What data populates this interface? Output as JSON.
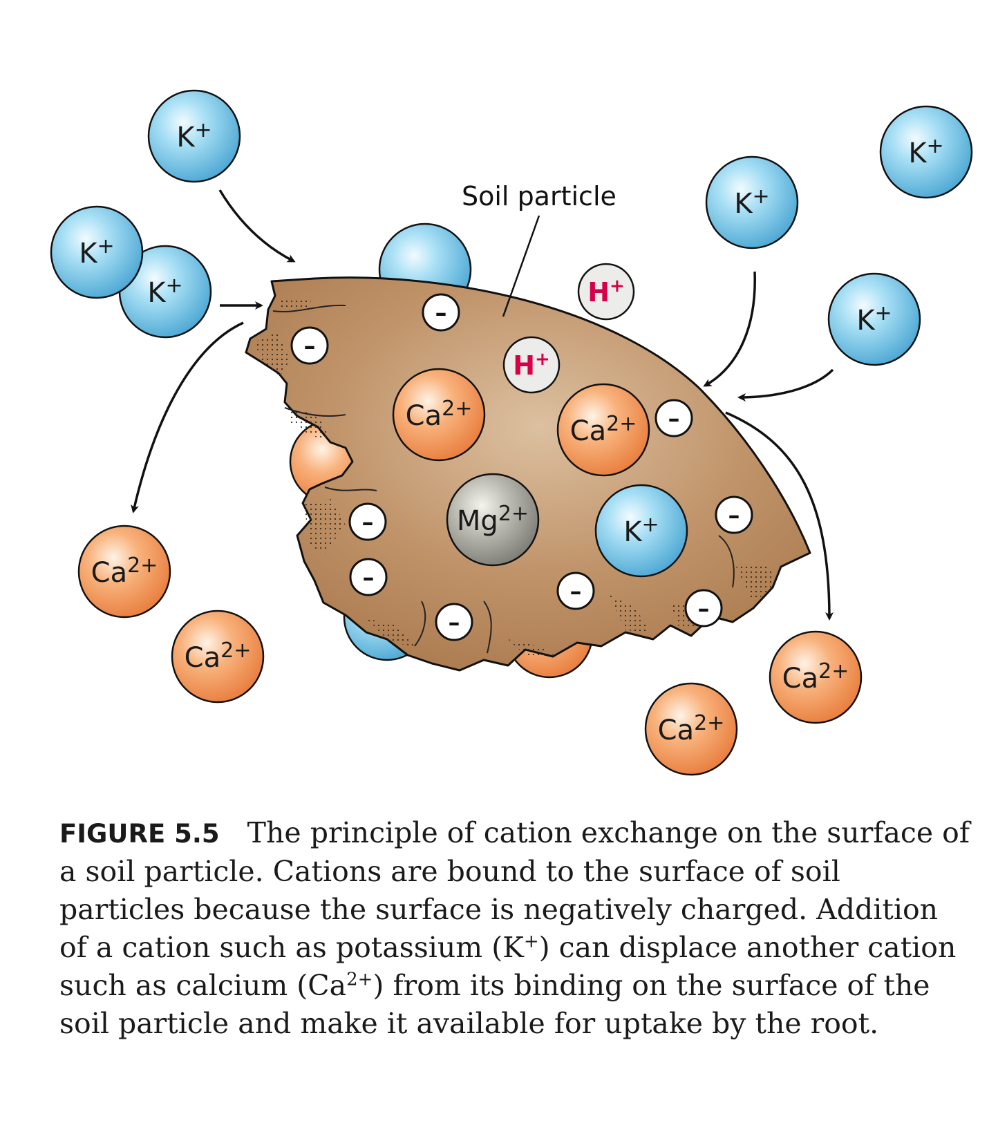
{
  "diagram": {
    "label": "Soil particle",
    "ions": {
      "k": "K",
      "k_charge": "+",
      "ca": "Ca",
      "ca_charge": "2+",
      "mg": "Mg",
      "mg_charge": "2+",
      "h": "H",
      "h_charge": "+",
      "negative": "–"
    },
    "colors": {
      "soil": "#b98a5e",
      "k_ion": "#8fd3ee",
      "ca_ion": "#f5a46a",
      "mg_ion": "#a8a8a0",
      "h_ion": "#eeeeee",
      "h_text": "#d6004a"
    }
  },
  "caption": {
    "label": "FIGURE 5.5",
    "text_1": "The principle of cation exchange on the surface of a soil particle. Cations are bound to the surface of soil particles because the surface is negatively charged. Addition of a cation such as potassium (K",
    "sup_1": "+",
    "text_2": ") can displace another cation such as calcium (Ca",
    "sup_2": "2+",
    "text_3": ") from its binding on the surface of the soil particle and make it available for uptake by the root."
  }
}
